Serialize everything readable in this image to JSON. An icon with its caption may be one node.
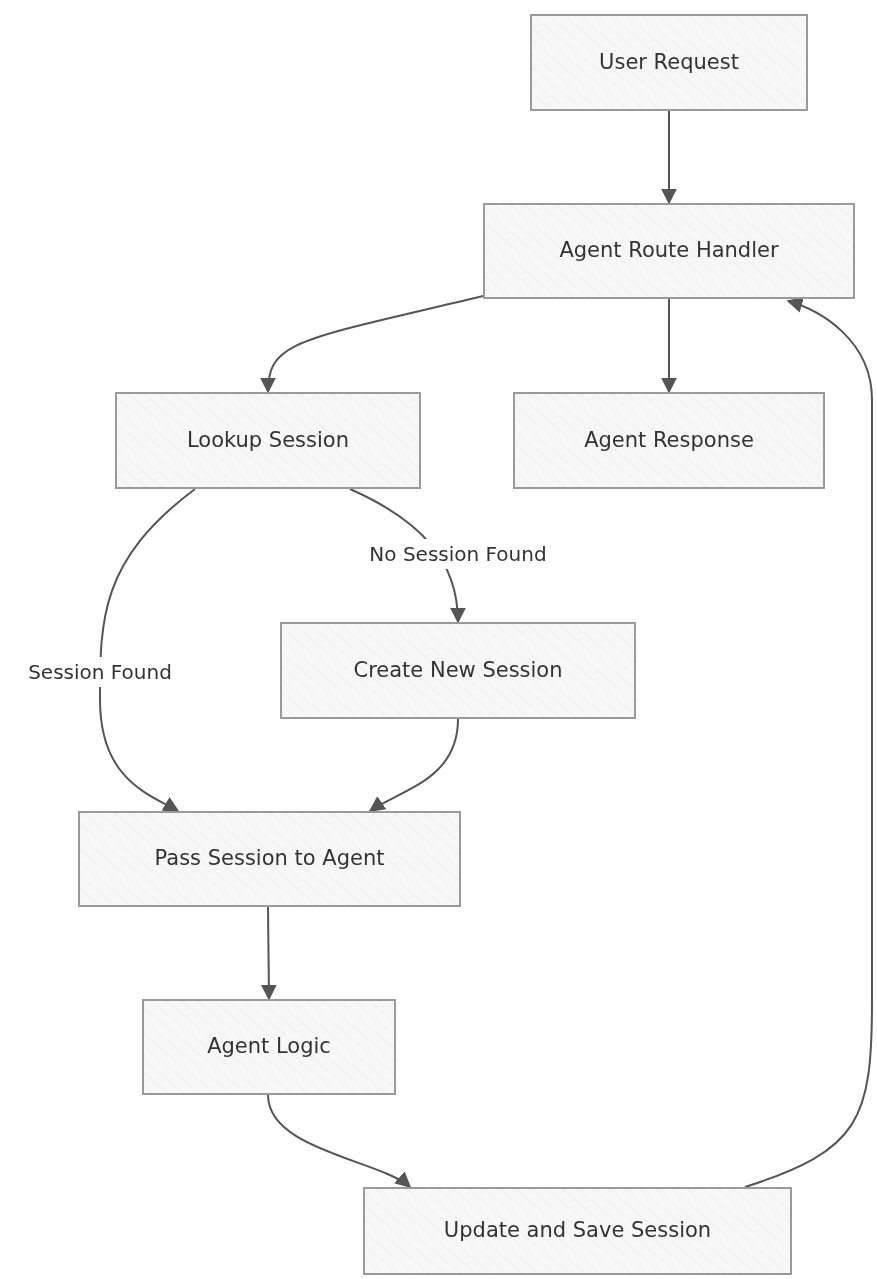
{
  "diagram": {
    "nodes": [
      {
        "text": [
          "User Request"
        ]
      },
      {
        "text": [
          "Agent Route Handler"
        ]
      },
      {
        "text": [
          "Lookup Session"
        ]
      },
      {
        "text": [
          "Agent Response"
        ]
      },
      {
        "text": [
          "Create New Session"
        ]
      },
      {
        "text": [
          "Pass Session to Agent"
        ]
      },
      {
        "text": [
          "Agent Logic"
        ]
      },
      {
        "text": [
          "Update and Save Session"
        ]
      }
    ],
    "edges": [
      {
        "from": 0,
        "to": 1,
        "arrow": "to"
      },
      {
        "from": 1,
        "to": 2,
        "arrow": "to"
      },
      {
        "from": 1,
        "to": 3,
        "arrow": "to"
      },
      {
        "from": 2,
        "to": 5,
        "arrow": "to",
        "label": "Session Found"
      },
      {
        "from": 2,
        "to": 4,
        "arrow": "to",
        "label": "No Session Found"
      },
      {
        "from": 4,
        "to": 5,
        "arrow": "to"
      },
      {
        "from": 5,
        "to": 6,
        "arrow": "to"
      },
      {
        "from": 6,
        "to": 7,
        "arrow": "to"
      },
      {
        "from": 7,
        "to": 1,
        "arrow": "to"
      }
    ]
  }
}
